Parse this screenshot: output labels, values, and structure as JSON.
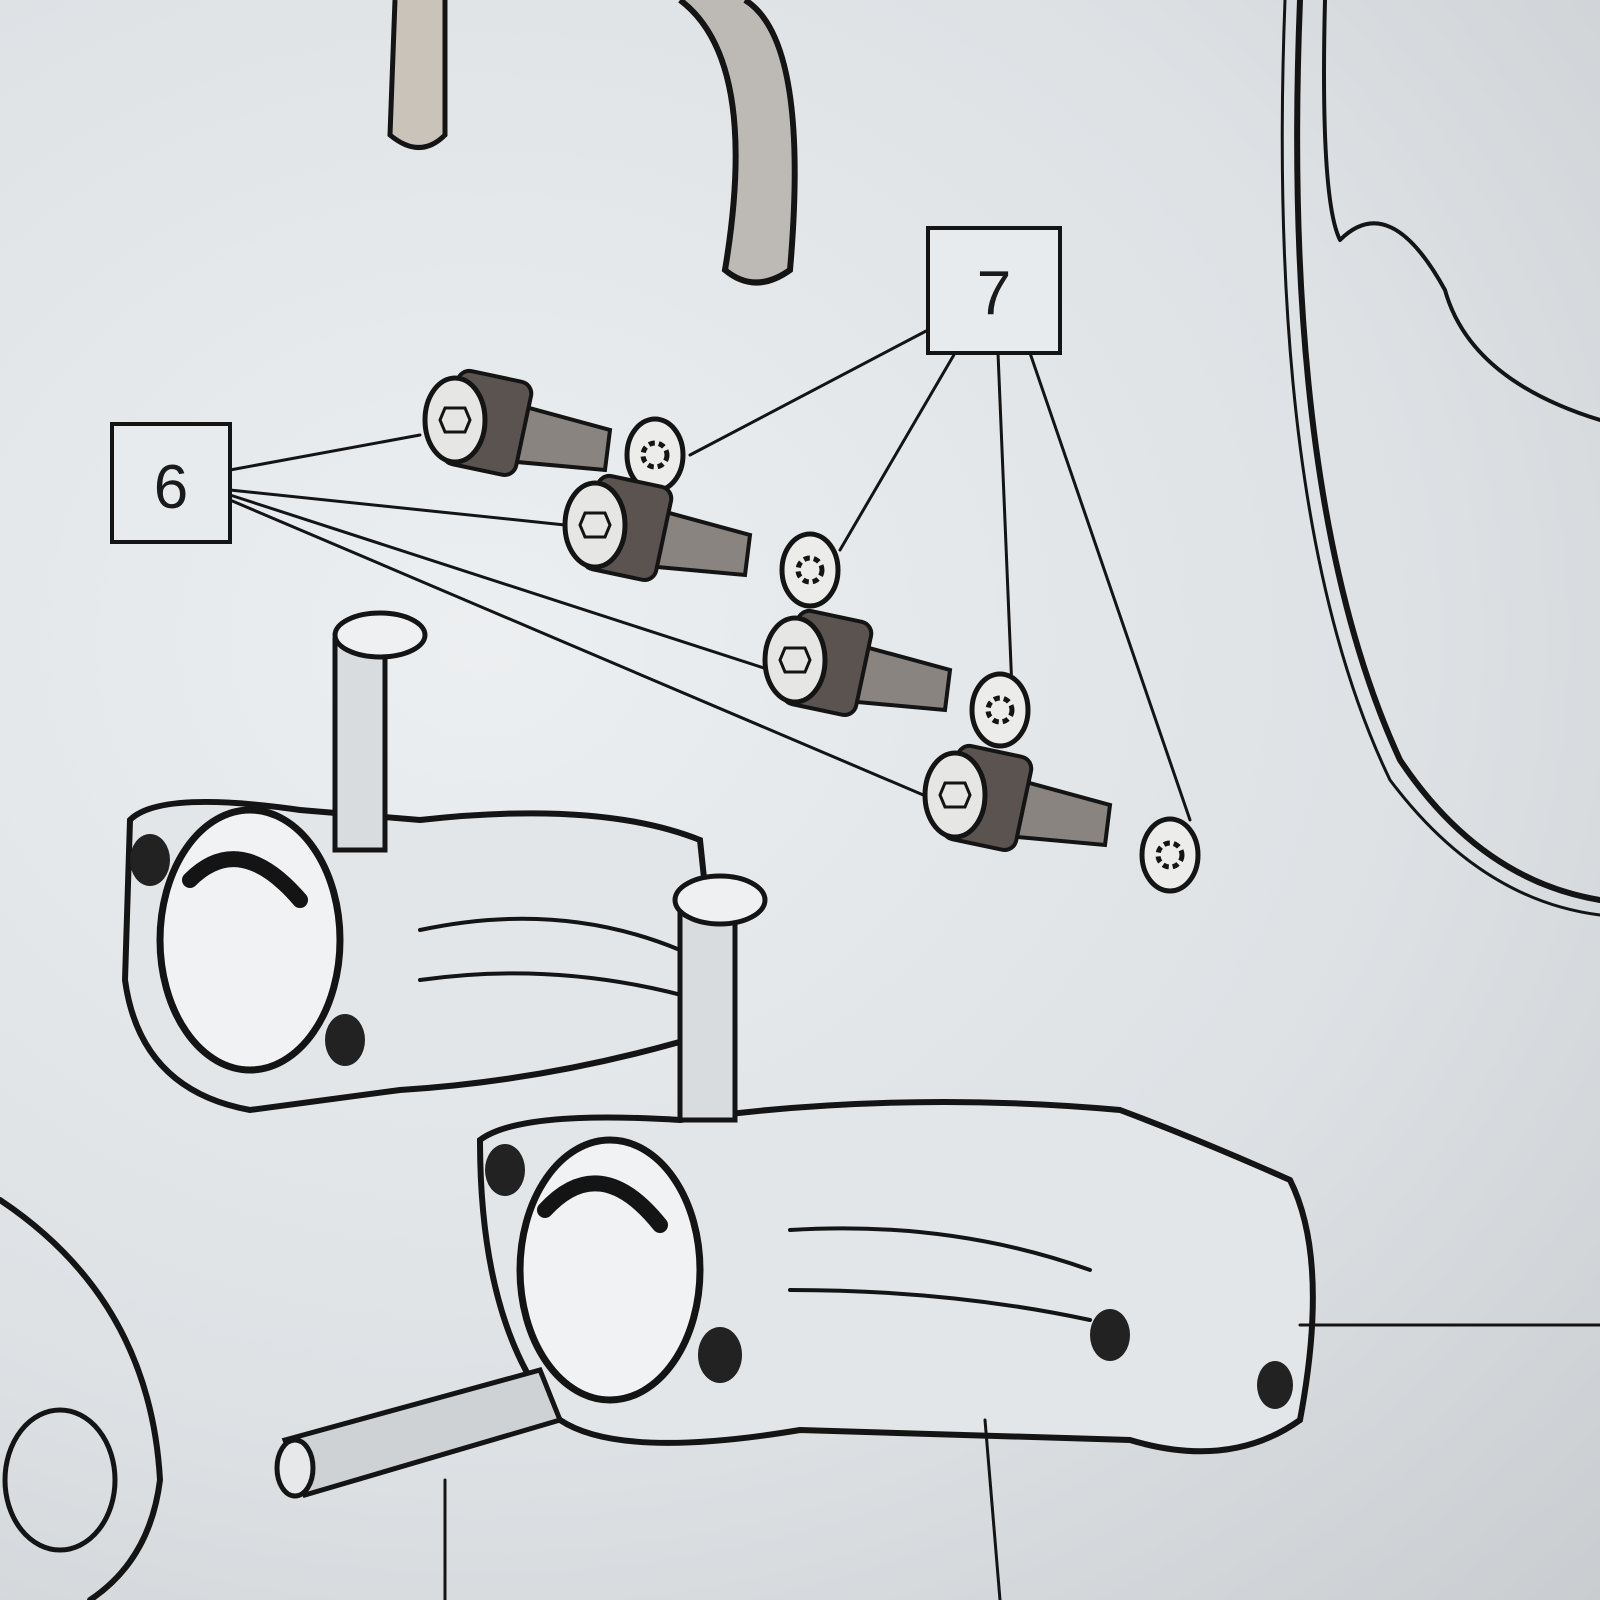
{
  "diagram": {
    "callouts": [
      {
        "id": "callout-6",
        "label": "6",
        "part": "socket-head-bolt",
        "count": 4
      },
      {
        "id": "callout-7",
        "label": "7",
        "part": "star-lock-washer",
        "count": 4
      }
    ],
    "colors": {
      "paper": "#e4e7e9",
      "ink": "#141414"
    }
  }
}
